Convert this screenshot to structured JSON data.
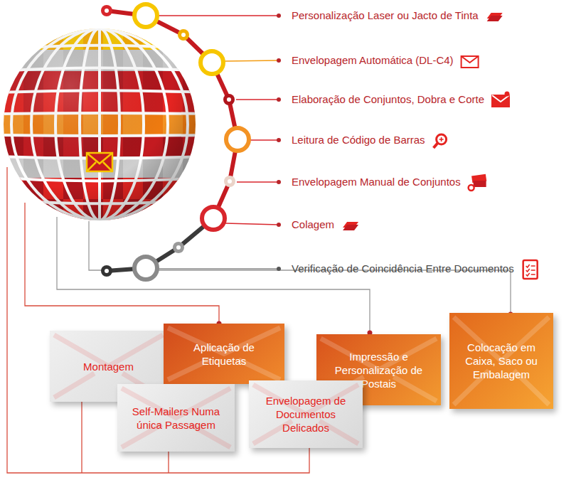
{
  "diagram": {
    "nodes": [
      {
        "text": [
          "Montagem"
        ]
      },
      {
        "text": [
          "Aplicação de Etiquetas"
        ]
      },
      {
        "text": [
          "Impressão e Personalização de Postais"
        ]
      },
      {
        "text": [
          "Colocação em Caixa, Saco ou Embalagem"
        ]
      },
      {
        "text": [
          "Self-Mailers Numa única Passagem"
        ]
      },
      {
        "text": [
          "Envelopagem de Documentos Delicados"
        ]
      }
    ],
    "labels": [
      "Personalização Laser ou Jacto de Tinta",
      "Envelopagem Automática (DL-C4)",
      "Elaboração de Conjuntos, Dobra e Corte",
      "Leitura de Código de Barras",
      "Envelopagem Manual de Conjuntos",
      "Colagem",
      "Verificação de Coincidência Entre Documentos"
    ]
  }
}
